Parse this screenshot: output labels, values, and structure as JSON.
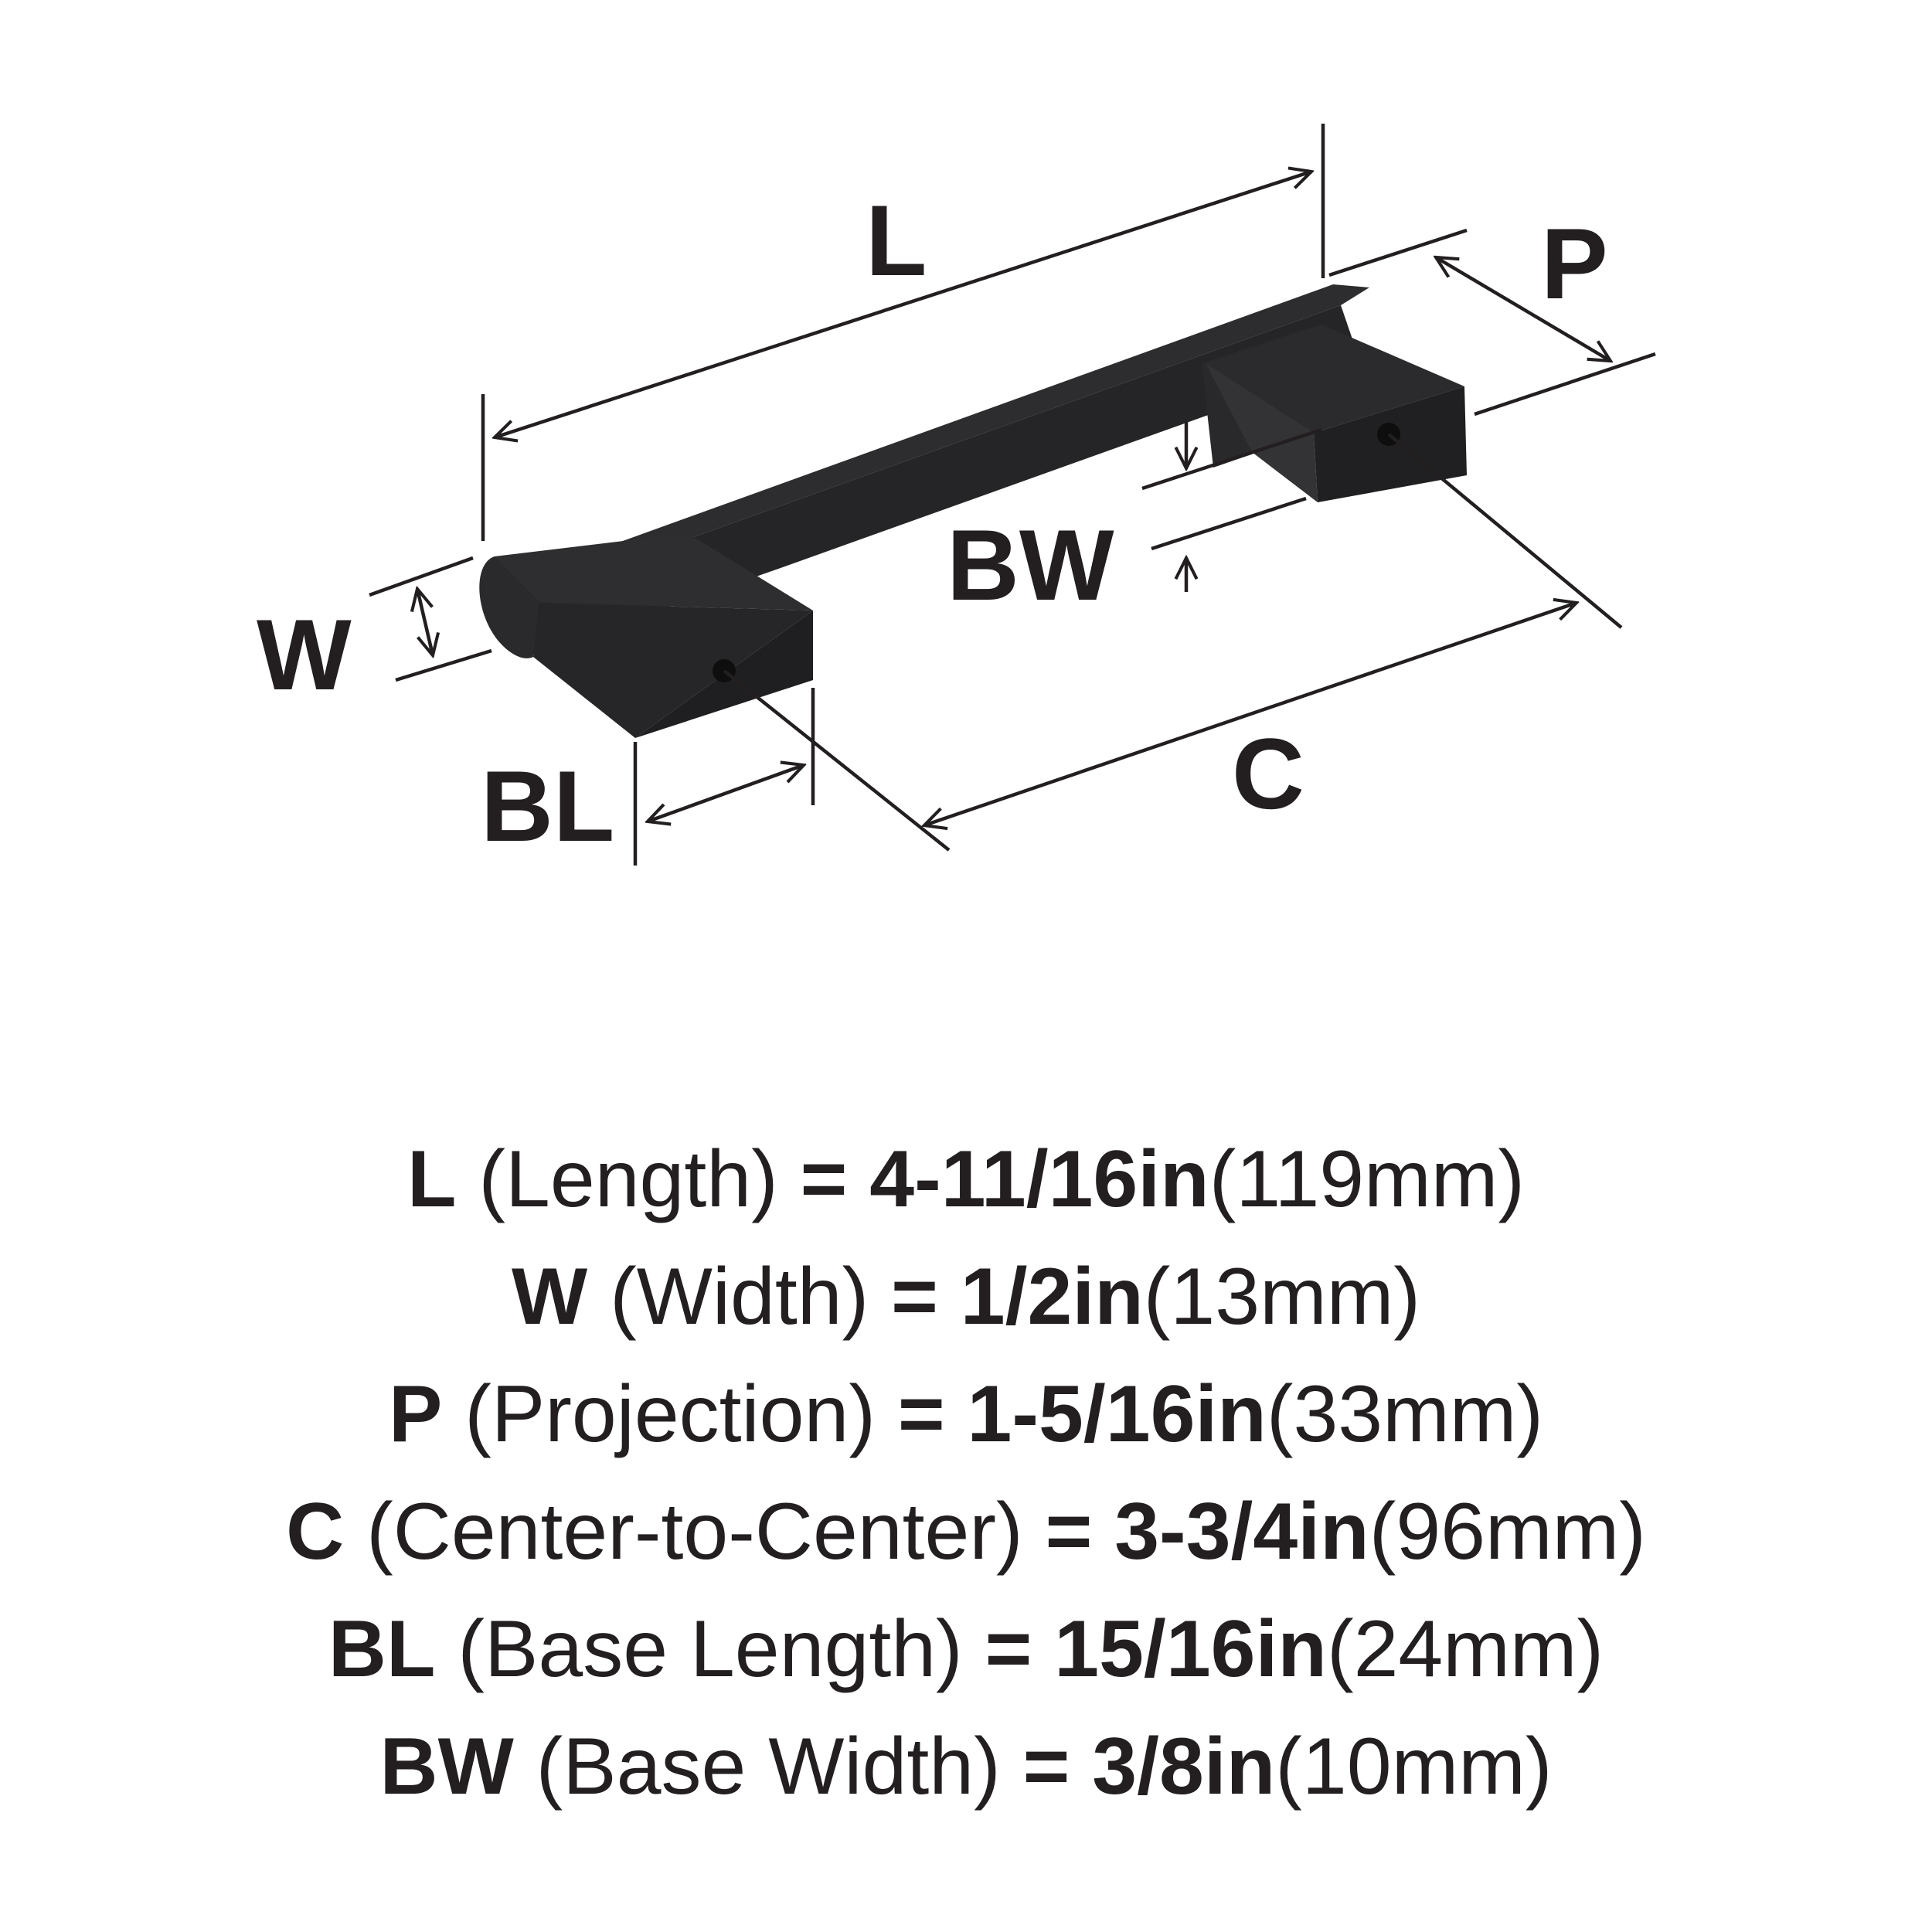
{
  "diagram": {
    "letters": {
      "L": "L",
      "P": "P",
      "W": "W",
      "BW": "BW",
      "BL": "BL",
      "C": "C"
    }
  },
  "specs": [
    {
      "letter": "L",
      "name": "(Length)",
      "equals": "=",
      "imperial": "4-11/16in",
      "metric": "(119mm)"
    },
    {
      "letter": "W",
      "name": "(Width)",
      "equals": "=",
      "imperial": "1/2in",
      "metric": "(13mm)"
    },
    {
      "letter": "P",
      "name": "(Projection)",
      "equals": "=",
      "imperial": "1-5/16in",
      "metric": "(33mm)"
    },
    {
      "letter": "C",
      "name": "(Center-to-Center)",
      "equals": "=",
      "imperial": "3-3/4in",
      "metric": "(96mm)"
    },
    {
      "letter": "BL",
      "name": "(Base Length)",
      "equals": "=",
      "imperial": "15/16in",
      "metric": "(24mm)"
    },
    {
      "letter": "BW",
      "name": "(Base Width)",
      "equals": "=",
      "imperial": "3/8in",
      "metric": "(10mm)"
    }
  ],
  "colors": {
    "ink": "#231f20",
    "handle": "#2a2a2c",
    "handle_shade": "#1c1c1e",
    "background": "#ffffff"
  }
}
